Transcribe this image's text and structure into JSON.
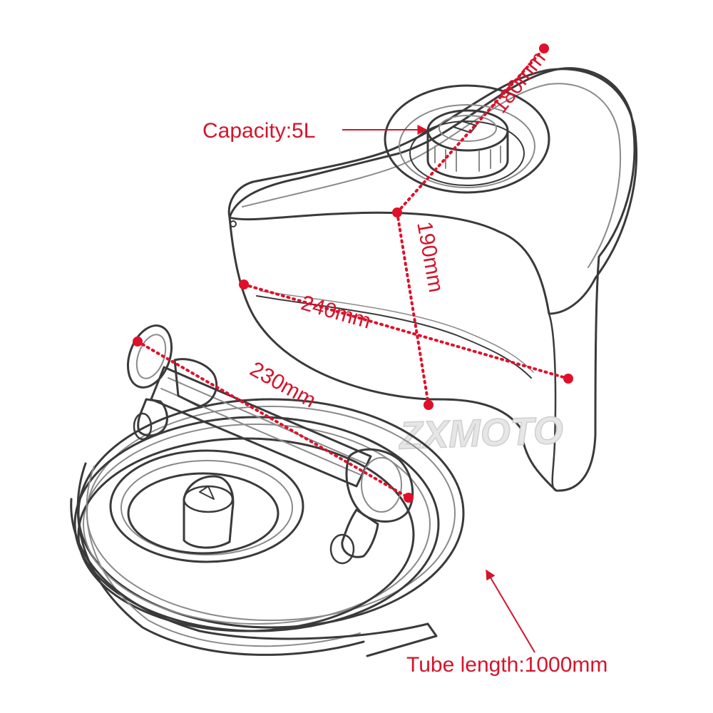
{
  "dimensions": {
    "top_width": "180mm",
    "height": "190mm",
    "length": "240mm",
    "pump_length": "230mm"
  },
  "callouts": {
    "capacity": "Capacity:5L",
    "tube_length": "Tube length:1000mm"
  },
  "watermark": "ZXMOTO",
  "colors": {
    "annotation": "#d4142b",
    "sketch": "#3a3a3a"
  }
}
